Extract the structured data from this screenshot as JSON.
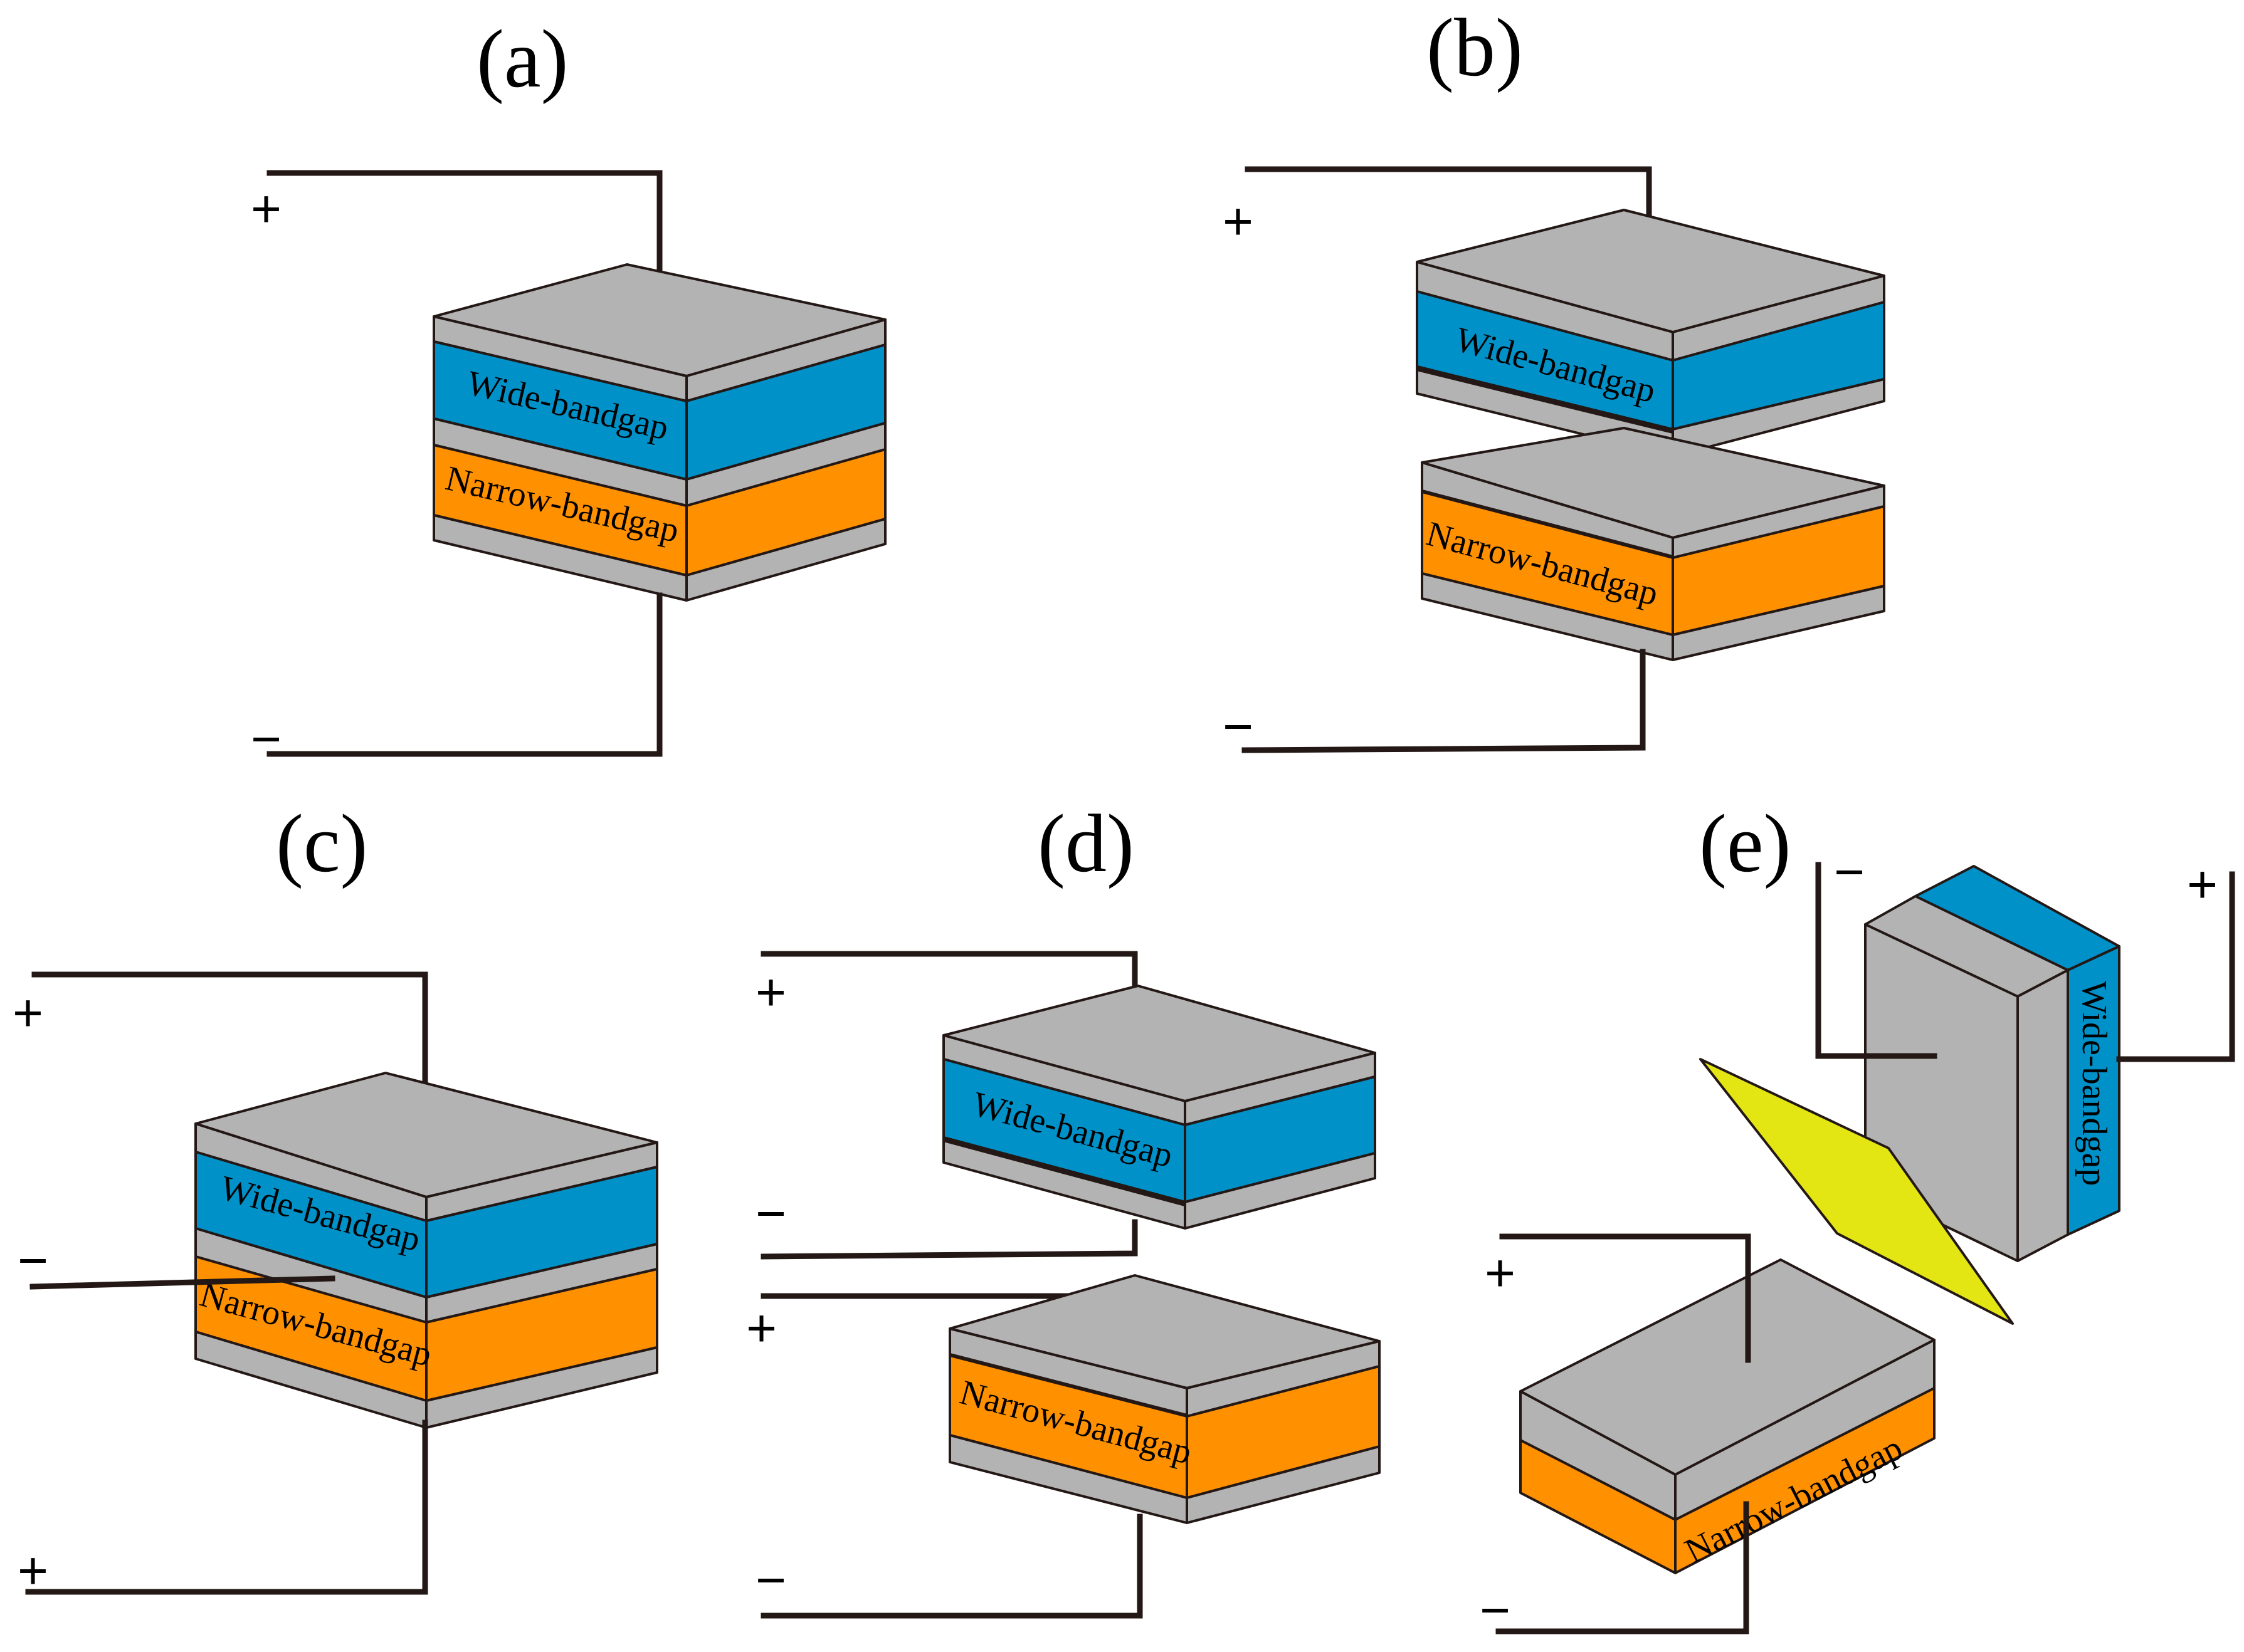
{
  "panels": {
    "a": {
      "label": "(a)",
      "plus": "+",
      "minus": "−",
      "wide": "Wide-bandgap",
      "narrow": "Narrow-bandgap"
    },
    "b": {
      "label": "(b)",
      "plus": "+",
      "minus": "−",
      "wide": "Wide-bandgap",
      "narrow": "Narrow-bandgap"
    },
    "c": {
      "label": "(c)",
      "plus_top": "+",
      "minus_mid": "−",
      "plus_bottom": "+",
      "wide": "Wide-bandgap",
      "narrow": "Narrow-bandgap"
    },
    "d": {
      "label": "(d)",
      "plus_top": "+",
      "minus_upper": "−",
      "plus_lower": "+",
      "minus_bottom": "−",
      "wide": "Wide-bandgap",
      "narrow": "Narrow-bandgap"
    },
    "e": {
      "label": "(e)",
      "minus_top": "−",
      "plus_top": "+",
      "plus_bottom": "+",
      "minus_bottom": "−",
      "wide": "Wide-bandgap",
      "narrow": "Narrow-bandgap"
    }
  },
  "colors": {
    "electrode": "#b3b3b3",
    "wide_bandgap": "#0091c8",
    "narrow_bandgap": "#ff9000",
    "splitter": "#e4e613",
    "wire": "#231815"
  }
}
